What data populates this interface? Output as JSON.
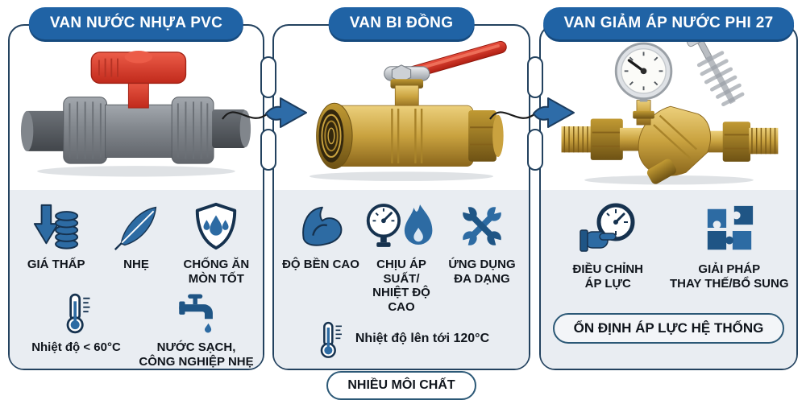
{
  "palette": {
    "header_blue": "#2063a5",
    "header_blue_shadow": "#164a7e",
    "card_border": "#23425f",
    "features_bg": "#e9edf2",
    "icon_blue": "#2d6ba3",
    "icon_blue_dark": "#1f5585",
    "icon_outline": "#16324f",
    "text_dark": "#10151c",
    "handle_red": "#d8382a",
    "brass": "#c9a23f"
  },
  "columns": [
    {
      "title": "VAN NƯỚC NHỰA PVC",
      "product": "pvc-ball-valve",
      "features_row1": [
        {
          "icon": "price-drop-coins-icon",
          "label": "GIÁ THẤP"
        },
        {
          "icon": "feather-icon",
          "label": "NHẸ"
        },
        {
          "icon": "shield-water-drops-icon",
          "label": "CHỐNG ĂN\nMÒN TỐT"
        }
      ],
      "features_row2": [
        {
          "icon": "thermometer-icon",
          "label": "Nhiệt độ < 60°C"
        },
        {
          "icon": "faucet-drop-icon",
          "label": "NƯỚC SẠCH,\nCÔNG NGHIỆP NHẸ"
        }
      ]
    },
    {
      "title": "VAN BI ĐỒNG",
      "product": "brass-ball-valve",
      "features_row1": [
        {
          "icon": "muscle-arm-icon",
          "label": "ĐỘ BỀN CAO"
        },
        {
          "icon": "gauge-flame-icon",
          "label": "CHỊU ÁP SUẤT/\nNHIỆT ĐỘ CAO"
        },
        {
          "icon": "crossed-wrenches-icon",
          "label": "ỨNG DỤNG\nĐA DẠNG"
        }
      ],
      "temperature_note": "Nhiệt độ lên tới 120°C",
      "badge": "NHIỀU MÔI CHẤT"
    },
    {
      "title": "VAN GIẢM ÁP NƯỚC PHI 27",
      "product": "pressure-reducing-valve",
      "features_row1": [
        {
          "icon": "hand-gauge-icon",
          "label": "ĐIỀU CHỈNH\nÁP LỰC"
        },
        {
          "icon": "puzzle-pieces-icon",
          "label": "GIẢI PHÁP\nTHAY THẾ/BỔ SUNG"
        }
      ],
      "badge": "ỔN ĐỊNH ÁP LỰC HỆ THỐNG"
    }
  ]
}
